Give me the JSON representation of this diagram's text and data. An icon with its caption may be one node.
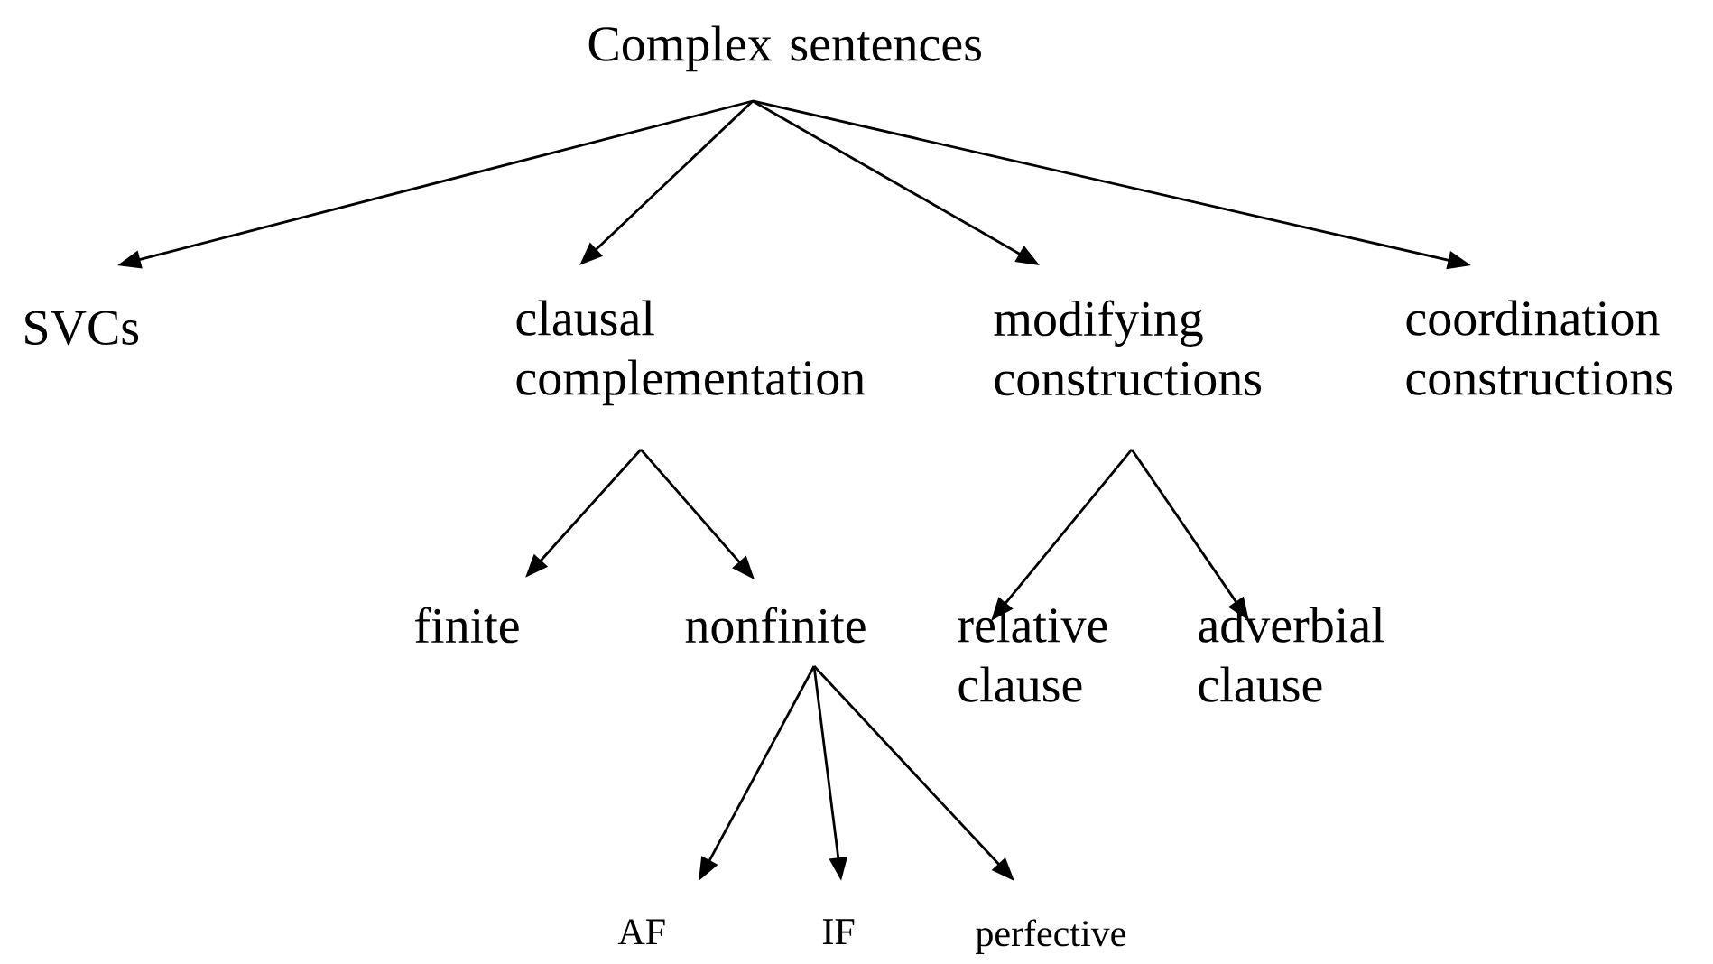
{
  "diagram": {
    "nodes": [
      {
        "text": [
          "Complex sentences"
        ]
      },
      {
        "text": [
          "SVCs"
        ]
      },
      {
        "text": [
          "clausal complementation"
        ]
      },
      {
        "text": [
          "modifying constructions"
        ]
      },
      {
        "text": [
          "coordination constructions"
        ]
      },
      {
        "text": [
          "finite"
        ]
      },
      {
        "text": [
          "nonfinite"
        ]
      },
      {
        "text": [
          "relative clause"
        ]
      },
      {
        "text": [
          "adverbial clause"
        ]
      },
      {
        "text": [
          "AF"
        ]
      },
      {
        "text": [
          "IF"
        ]
      },
      {
        "text": [
          "perfective"
        ]
      }
    ],
    "edges": [
      {
        "from": 0,
        "to": 1,
        "arrow": "to"
      },
      {
        "from": 0,
        "to": 2,
        "arrow": "to"
      },
      {
        "from": 0,
        "to": 3,
        "arrow": "to"
      },
      {
        "from": 0,
        "to": 4,
        "arrow": "to"
      },
      {
        "from": 2,
        "to": 5,
        "arrow": "to"
      },
      {
        "from": 2,
        "to": 6,
        "arrow": "to"
      },
      {
        "from": 3,
        "to": 7,
        "arrow": "to"
      },
      {
        "from": 3,
        "to": 8,
        "arrow": "to"
      },
      {
        "from": 6,
        "to": 9,
        "arrow": "to"
      },
      {
        "from": 6,
        "to": 10,
        "arrow": "to"
      },
      {
        "from": 6,
        "to": 11,
        "arrow": "to"
      }
    ]
  }
}
